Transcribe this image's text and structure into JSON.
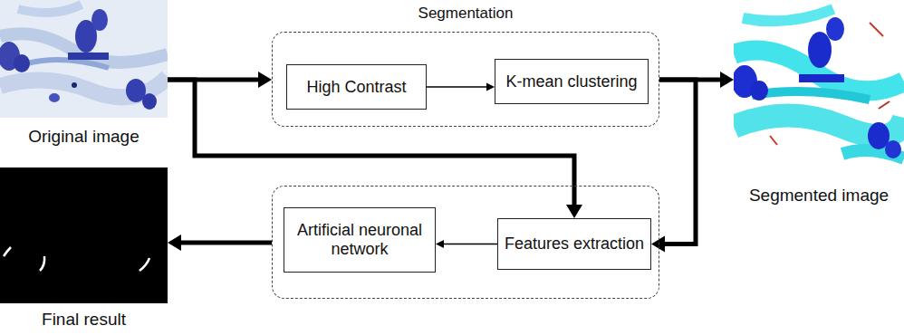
{
  "diagram": {
    "nodes": [
      {
        "text": [
          "Original image"
        ]
      },
      {
        "text": [
          "Segmentation"
        ]
      },
      {
        "text": [
          "High Contrast"
        ],
        "in": 1
      },
      {
        "text": [
          "K-mean clustering"
        ],
        "in": 1
      },
      {
        "text": [
          "Segmented image"
        ]
      },
      {
        "text": []
      },
      {
        "text": [
          "Artificial neuronal network"
        ],
        "in": 5
      },
      {
        "text": [
          "Features extraction"
        ],
        "in": 5
      },
      {
        "text": [
          "Final result"
        ]
      }
    ],
    "edges": [
      {
        "from": 0,
        "to": 1,
        "arrow": "to"
      },
      {
        "from": 2,
        "to": 3,
        "arrow": "to"
      },
      {
        "from": 1,
        "to": 4,
        "arrow": "to"
      },
      {
        "from": 1,
        "to": 7,
        "arrow": "to"
      },
      {
        "from": 0,
        "to": 7,
        "arrow": "to"
      },
      {
        "from": 7,
        "to": 6,
        "arrow": "to"
      },
      {
        "from": 5,
        "to": 8,
        "arrow": "to"
      }
    ]
  }
}
